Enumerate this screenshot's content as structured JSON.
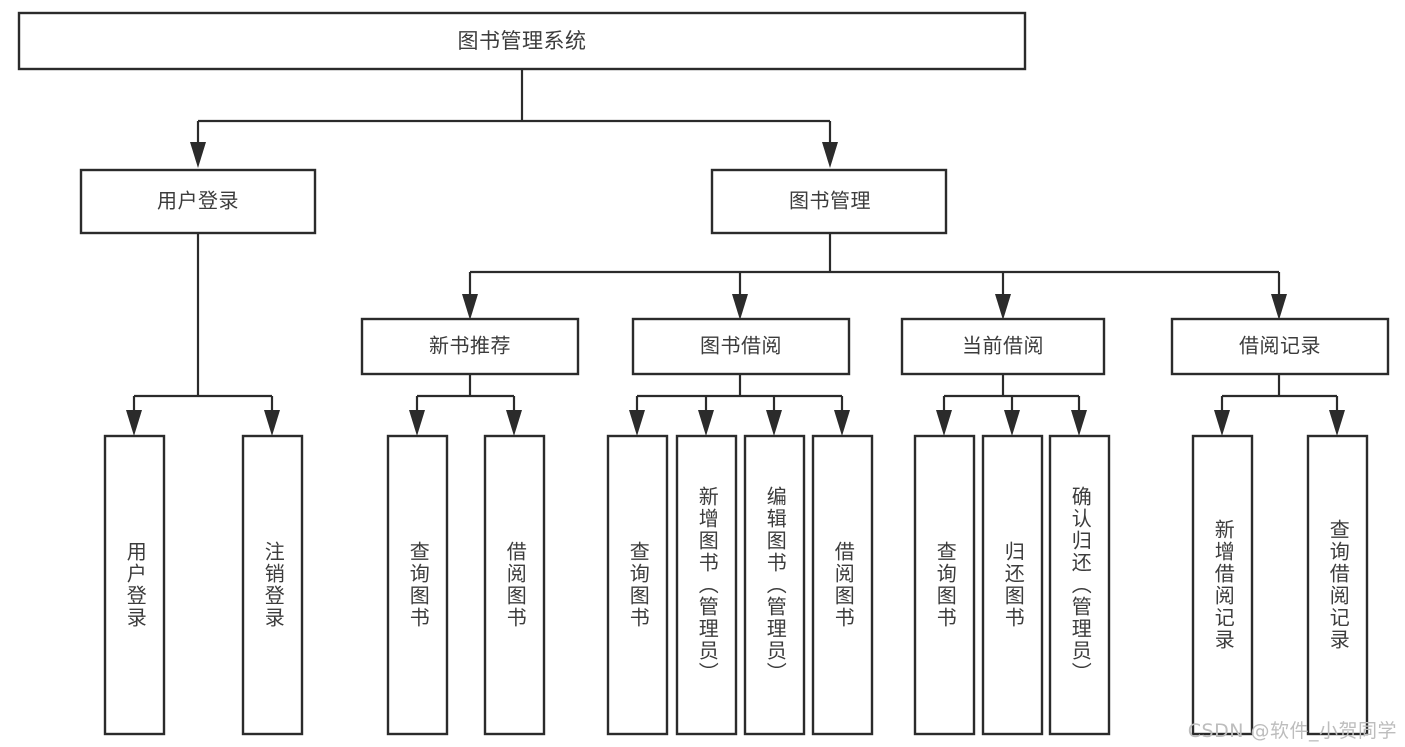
{
  "diagram": {
    "title": "图书管理系统",
    "type": "tree",
    "orientation": "top-down",
    "colors": {
      "box_stroke": "#2b2b2b",
      "box_fill": "#ffffff",
      "text": "#3c3c3c",
      "connector": "#2b2b2b",
      "watermark": "#bdbdbd",
      "background": "#ffffff"
    },
    "root": {
      "label": "图书管理系统"
    },
    "level2": [
      {
        "label": "用户登录"
      },
      {
        "label": "图书管理"
      }
    ],
    "level3": [
      {
        "label": "新书推荐"
      },
      {
        "label": "图书借阅"
      },
      {
        "label": "当前借阅"
      },
      {
        "label": "借阅记录"
      }
    ],
    "leaves": {
      "user_login": [
        {
          "label": "用户登录"
        },
        {
          "label": "注销登录"
        }
      ],
      "new_book_recommend": [
        {
          "label": "查询图书"
        },
        {
          "label": "借阅图书"
        }
      ],
      "book_borrow": [
        {
          "label": "查询图书"
        },
        {
          "label": "新增图书（管理员）"
        },
        {
          "label": "编辑图书（管理员）"
        },
        {
          "label": "借阅图书"
        }
      ],
      "current_borrow": [
        {
          "label": "查询图书"
        },
        {
          "label": "归还图书"
        },
        {
          "label": "确认归还（管理员）"
        }
      ],
      "borrow_record": [
        {
          "label": "新增借阅记录"
        },
        {
          "label": "查询借阅记录"
        }
      ]
    }
  },
  "watermark": {
    "text": "CSDN @软件_小贺同学"
  }
}
